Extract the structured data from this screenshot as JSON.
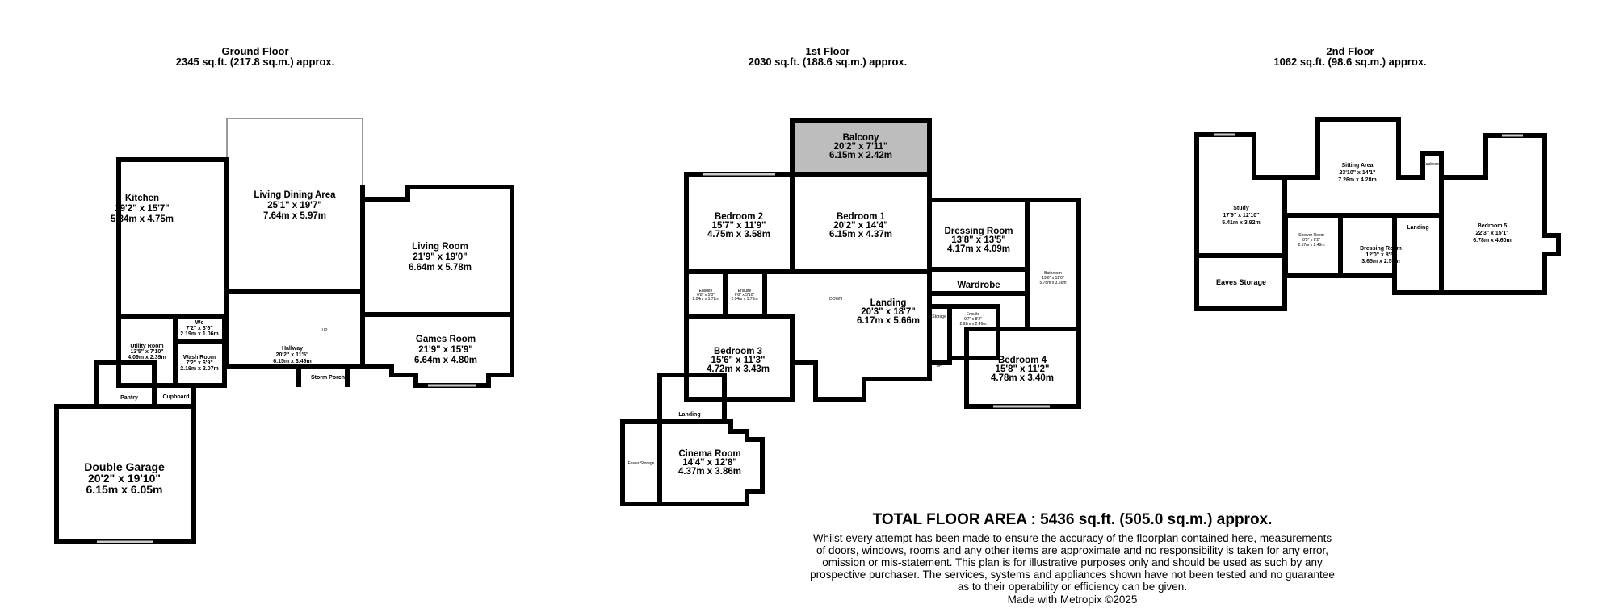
{
  "floors": [
    {
      "title": "Ground Floor",
      "area": "2345 sq.ft. (217.8 sq.m.) approx.",
      "rooms": [
        {
          "name": "Kitchen",
          "imperial": "19'2\"  x 15'7\"",
          "metric": "5.84m  x 4.75m"
        },
        {
          "name": "Living Dining Area",
          "imperial": "25'1\"  x 19'7\"",
          "metric": "7.64m  x 5.97m"
        },
        {
          "name": "Living Room",
          "imperial": "21'9\"  x 19'0\"",
          "metric": "6.64m  x 5.78m"
        },
        {
          "name": "Games Room",
          "imperial": "21'9\"  x 15'9\"",
          "metric": "6.64m  x 4.80m"
        },
        {
          "name": "Hallway",
          "imperial": "20'2\"  x 11'5\"",
          "metric": "6.15m  x 3.49m"
        },
        {
          "name": "Utility Room",
          "imperial": "13'5\"  x 7'10\"",
          "metric": "4.09m  x 2.39m"
        },
        {
          "name": "Wc",
          "imperial": "7'2\"  x 3'6\"",
          "metric": "2.19m  x 1.06m"
        },
        {
          "name": "Wash Room",
          "imperial": "7'2\"  x 6'9\"",
          "metric": "2.19m  x 2.07m"
        },
        {
          "name": "Pantry"
        },
        {
          "name": "Cupboard"
        },
        {
          "name": "Storm Porch"
        },
        {
          "name": "Double Garage",
          "imperial": "20'2\"  x 19'10\"",
          "metric": "6.15m  x 6.05m"
        }
      ]
    },
    {
      "title": "1st Floor",
      "area": "2030 sq.ft. (188.6 sq.m.) approx.",
      "rooms": [
        {
          "name": "Balcony",
          "imperial": "20'2\"  x 7'11\"",
          "metric": "6.15m  x 2.42m"
        },
        {
          "name": "Bedroom 2",
          "imperial": "15'7\"  x 11'9\"",
          "metric": "4.75m  x 3.58m"
        },
        {
          "name": "Bedroom 1",
          "imperial": "20'2\"  x 14'4\"",
          "metric": "6.15m  x 4.37m"
        },
        {
          "name": "Dressing Room",
          "imperial": "13'8\"  x 13'5\"",
          "metric": "4.17m  x 4.09m"
        },
        {
          "name": "Wardrobe"
        },
        {
          "name": "Bathroom",
          "imperial": "19'0\"  x 12'0\"",
          "metric": "5.78m  x 3.66m"
        },
        {
          "name": "Ensuite",
          "imperial": "6'8\"  x 5'8\"",
          "metric": "2.04m  x 1.72m"
        },
        {
          "name": "Ensuite",
          "imperial": "6'8\"  x 5'10\"",
          "metric": "2.04m  x 1.78m"
        },
        {
          "name": "Landing",
          "imperial": "20'3\"  x 18'7\"",
          "metric": "6.17m  x 5.66m"
        },
        {
          "name": "Bedroom 3",
          "imperial": "15'6\"  x 11'3\"",
          "metric": "4.72m  x 3.43m"
        },
        {
          "name": "Ensuite",
          "imperial": "9'7\"  x 8'2\"",
          "metric": "2.92m  x 2.49m"
        },
        {
          "name": "Storage"
        },
        {
          "name": "Bedroom 4",
          "imperial": "15'8\"  x 11'2\"",
          "metric": "4.78m  x 3.40m"
        },
        {
          "name": "Landing"
        },
        {
          "name": "Cinema Room",
          "imperial": "14'4\"  x 12'8\"",
          "metric": "4.37m  x 3.86m"
        },
        {
          "name": "Eaves Storage"
        }
      ]
    },
    {
      "title": "2nd Floor",
      "area": "1062 sq.ft. (98.6 sq.m.) approx.",
      "rooms": [
        {
          "name": "Study",
          "imperial": "17'9\"  x 12'10\"",
          "metric": "5.41m  x 3.92m"
        },
        {
          "name": "Eaves Storage"
        },
        {
          "name": "Sitting Area",
          "imperial": "23'10\"  x 14'1\"",
          "metric": "7.26m  x 4.28m"
        },
        {
          "name": "Shower Room",
          "imperial": "8'5\"  x 8'2\"",
          "metric": "2.57m  x 2.49m"
        },
        {
          "name": "Dressing Room",
          "imperial": "12'0\"  x 8'5\"",
          "metric": "3.65m  x 2.57m"
        },
        {
          "name": "Landing"
        },
        {
          "name": "Bedroom 5",
          "imperial": "22'3\"  x 15'1\"",
          "metric": "6.78m  x 4.60m"
        },
        {
          "name": "Cupboard"
        }
      ]
    }
  ],
  "stair_labels": {
    "up": "UP",
    "down": "DOWN"
  },
  "colors": {
    "wall": "#000000",
    "balcony": "#bdbdbd",
    "window": "#cccccc"
  },
  "footer": {
    "total": "TOTAL FLOOR AREA : 5436 sq.ft. (505.0 sq.m.) approx.",
    "disclaimer": [
      "Whilst every attempt has been made to ensure the accuracy of the floorplan contained here, measurements",
      "of doors, windows, rooms and any other items are approximate and no responsibility is taken for any error,",
      "omission or mis-statement. This plan is for illustrative purposes only and should be used as such by any",
      "prospective purchaser. The services, systems and appliances shown have not been tested and no guarantee",
      "as to their operability or efficiency can be given."
    ],
    "credit": "Made with Metropix ©2025"
  }
}
